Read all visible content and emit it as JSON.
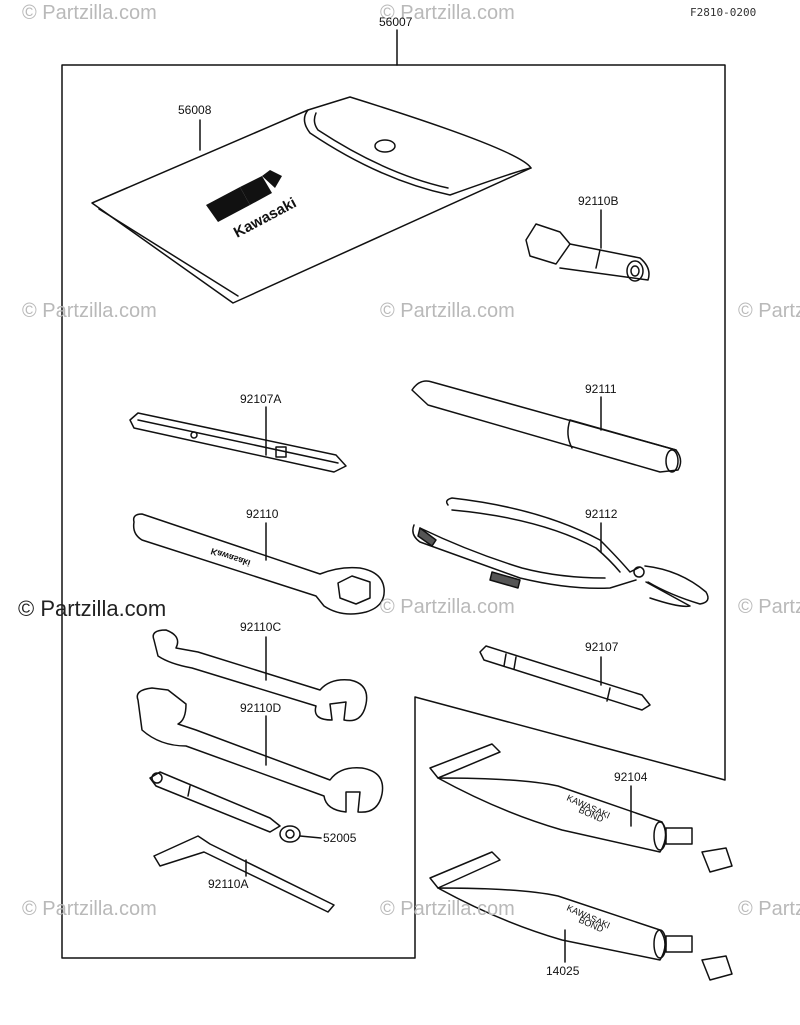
{
  "figure_id": "F2810-0200",
  "watermark": {
    "text": "© Partzilla.com",
    "feature_text": "© Partzilla.com"
  },
  "brand": {
    "name": "Kawasaki"
  },
  "bond_label": {
    "line1": "KAWASAKI",
    "line2": "BOND"
  },
  "wrench_marking": "Kawasaki",
  "parts": [
    {
      "code": "56007"
    },
    {
      "code": "56008"
    },
    {
      "code": "92110B"
    },
    {
      "code": "92107A"
    },
    {
      "code": "92111"
    },
    {
      "code": "92110"
    },
    {
      "code": "92112"
    },
    {
      "code": "92110C"
    },
    {
      "code": "92107"
    },
    {
      "code": "92110D"
    },
    {
      "code": "92104"
    },
    {
      "code": "52005"
    },
    {
      "code": "92110A"
    },
    {
      "code": "14025"
    }
  ]
}
